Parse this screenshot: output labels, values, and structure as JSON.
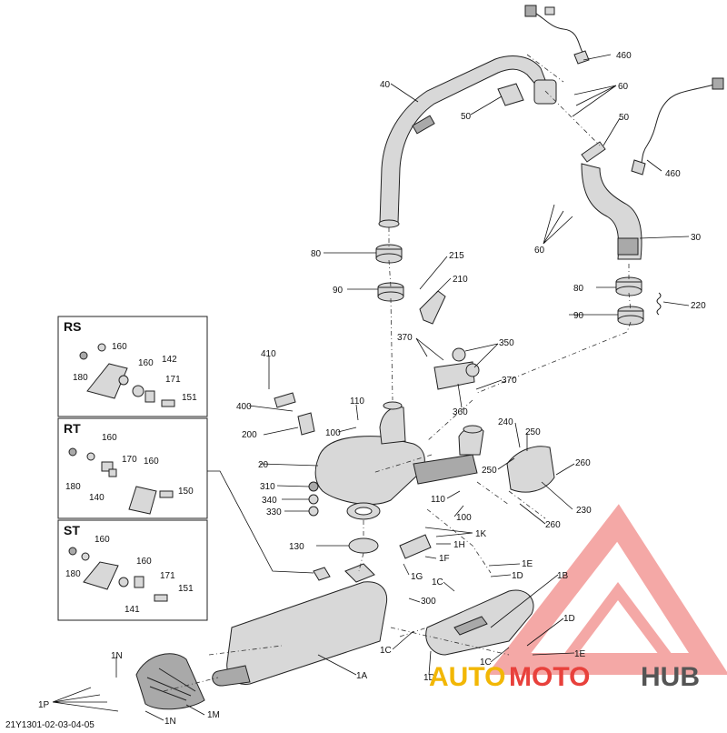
{
  "diagram": {
    "reference_code": "21Y1301-02-03-04-05",
    "callouts": [
      "460",
      "60",
      "40",
      "50",
      "50",
      "460",
      "60",
      "30",
      "80",
      "215",
      "210",
      "90",
      "80",
      "220",
      "90",
      "410",
      "370",
      "350",
      "360",
      "370",
      "400",
      "110",
      "200",
      "100",
      "240",
      "250",
      "250",
      "260",
      "20",
      "310",
      "340",
      "330",
      "110",
      "100",
      "230",
      "260",
      "1K",
      "1H",
      "130",
      "1F",
      "1E",
      "1D",
      "1G",
      "1B",
      "1C",
      "300",
      "1D",
      "1A",
      "1C",
      "1E",
      "1C",
      "1N",
      "1D",
      "1P",
      "1N",
      "1M"
    ],
    "variant_titles": [
      "RS",
      "RT",
      "ST"
    ],
    "variant_rs_callouts": [
      "160",
      "180",
      "160",
      "142",
      "171",
      "151"
    ],
    "variant_rt_callouts": [
      "160",
      "180",
      "170",
      "160",
      "140",
      "150"
    ],
    "variant_st_callouts": [
      "160",
      "180",
      "160",
      "171",
      "141",
      "151"
    ]
  },
  "watermark": {
    "part1": "AUTO",
    "part2": "MOTO",
    "part3": "HUB",
    "colors": {
      "auto": "#f2b705",
      "moto": "#e8413c",
      "hub": "#555555",
      "logo": "#e8413c"
    }
  }
}
